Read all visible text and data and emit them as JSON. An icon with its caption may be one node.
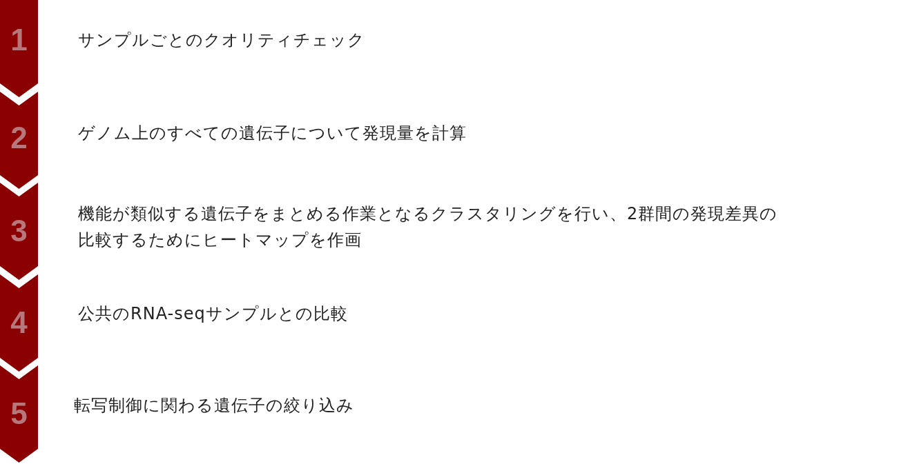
{
  "diagram": {
    "nodes": [
      {
        "text": [
          "1"
        ],
        "beside": [
          "サンプルごとのクオリティチェック"
        ]
      },
      {
        "text": [
          "2"
        ],
        "beside": [
          "ゲノム上のすべての遺伝子について発現量を計算"
        ]
      },
      {
        "text": [
          "3"
        ],
        "beside": [
          "機能が類似する遺伝子をまとめる作業となるクラスタリングを行い、2群間の発現差異の比較するためにヒートマップを作画"
        ]
      },
      {
        "text": [
          "4"
        ],
        "beside": [
          "公共のRNA-seqサンプルとの比較"
        ]
      },
      {
        "text": [
          "5"
        ],
        "beside": [
          "転写制御に関わる遺伝子の絞り込み"
        ]
      }
    ]
  }
}
